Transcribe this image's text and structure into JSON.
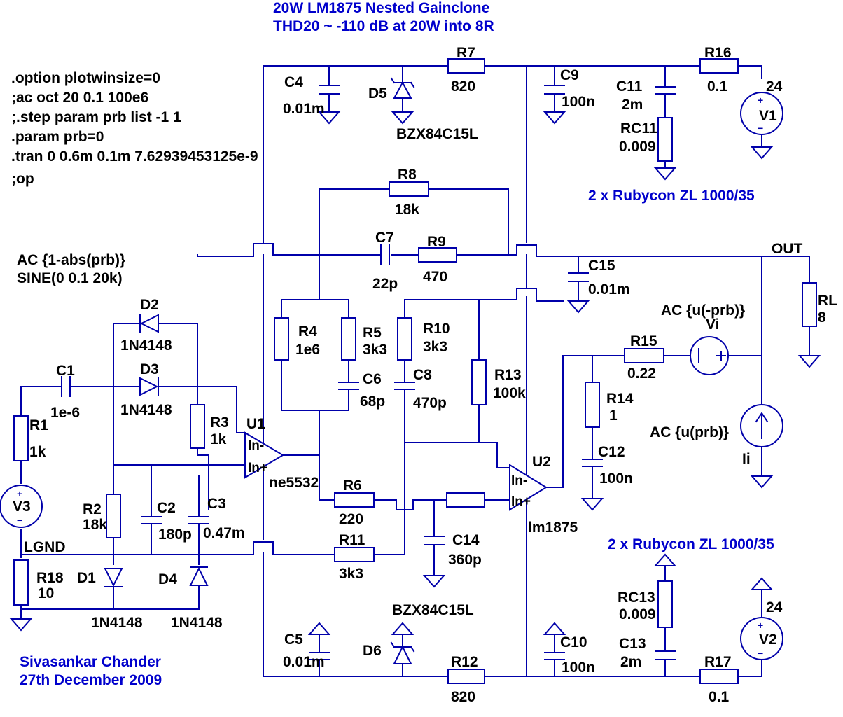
{
  "title": {
    "line1": "20W LM1875 Nested Gainclone",
    "line2": "THD20 ~ -110 dB at 20W into 8R"
  },
  "directives": [
    ".option plotwinsize=0",
    ";ac oct 20 0.1 100e6",
    ";.step param prb list -1 1",
    ".param prb=0",
    ".tran 0 0.6m 0.1m 7.62939453125e-9",
    ";op"
  ],
  "source_settings": {
    "v3_ac": "AC {1-abs(prb)}",
    "v3_sine": "SINE(0 0.1 20k)",
    "vi_ac": "AC {u(-prb)}",
    "ii_ac": "AC {u(prb)}"
  },
  "notes": {
    "caps_top": "2 x Rubycon ZL 1000/35",
    "caps_bottom": "2 x Rubycon ZL 1000/35",
    "author": "Sivasankar Chander",
    "date": "27th December 2009"
  },
  "nets": {
    "out": "OUT",
    "lgnd": "LGND"
  },
  "pins": {
    "inv": "In-",
    "noninv": "In+",
    "minus": "−",
    "plus": "+"
  },
  "components": {
    "R1": {
      "name": "R1",
      "value": "1k"
    },
    "R2": {
      "name": "R2",
      "value": "18k"
    },
    "R3": {
      "name": "R3",
      "value": "1k"
    },
    "R4": {
      "name": "R4",
      "value": "1e6"
    },
    "R5": {
      "name": "R5",
      "value": "3k3"
    },
    "R6": {
      "name": "R6",
      "value": "220"
    },
    "R7": {
      "name": "R7",
      "value": "820"
    },
    "R8": {
      "name": "R8",
      "value": "18k"
    },
    "R9": {
      "name": "R9",
      "value": "470"
    },
    "R10": {
      "name": "R10",
      "value": "3k3"
    },
    "R11": {
      "name": "R11",
      "value": "3k3"
    },
    "R12": {
      "name": "R12",
      "value": "820"
    },
    "R13": {
      "name": "R13",
      "value": "100k"
    },
    "R14": {
      "name": "R14",
      "value": "1"
    },
    "R15": {
      "name": "R15",
      "value": "0.22"
    },
    "R16": {
      "name": "R16",
      "value": "0.1"
    },
    "R17": {
      "name": "R17",
      "value": "0.1"
    },
    "R18": {
      "name": "R18",
      "value": "10"
    },
    "RC11": {
      "name": "RC11",
      "value": "0.009"
    },
    "RC13": {
      "name": "RC13",
      "value": "0.009"
    },
    "RL": {
      "name": "RL",
      "value": "8"
    },
    "C1": {
      "name": "C1",
      "value": "1e-6"
    },
    "C2": {
      "name": "C2",
      "value": "180p"
    },
    "C3": {
      "name": "C3",
      "value": "0.47m"
    },
    "C4": {
      "name": "C4",
      "value": "0.01m"
    },
    "C5": {
      "name": "C5",
      "value": "0.01m"
    },
    "C6": {
      "name": "C6",
      "value": "68p"
    },
    "C7": {
      "name": "C7",
      "value": "22p"
    },
    "C8": {
      "name": "C8",
      "value": "470p"
    },
    "C9": {
      "name": "C9",
      "value": "100n"
    },
    "C10": {
      "name": "C10",
      "value": "100n"
    },
    "C11": {
      "name": "C11",
      "value": "2m"
    },
    "C12": {
      "name": "C12",
      "value": "100n"
    },
    "C13": {
      "name": "C13",
      "value": "2m"
    },
    "C14": {
      "name": "C14",
      "value": "360p"
    },
    "C15": {
      "name": "C15",
      "value": "0.01m"
    },
    "D1": {
      "name": "D1",
      "value": "1N4148"
    },
    "D2": {
      "name": "D2",
      "value": "1N4148"
    },
    "D3": {
      "name": "D3",
      "value": "1N4148"
    },
    "D4": {
      "name": "D4",
      "value": "1N4148"
    },
    "D5": {
      "name": "D5",
      "value": "BZX84C15L"
    },
    "D6": {
      "name": "D6",
      "value": "BZX84C15L"
    },
    "U1": {
      "name": "U1",
      "value": "ne5532"
    },
    "U2": {
      "name": "U2",
      "value": "lm1875"
    },
    "V1": {
      "name": "V1",
      "value": "24"
    },
    "V2": {
      "name": "V2",
      "value": "24"
    },
    "V3": {
      "name": "V3"
    },
    "Vi": {
      "name": "Vi"
    },
    "Ii": {
      "name": "Ii"
    }
  }
}
